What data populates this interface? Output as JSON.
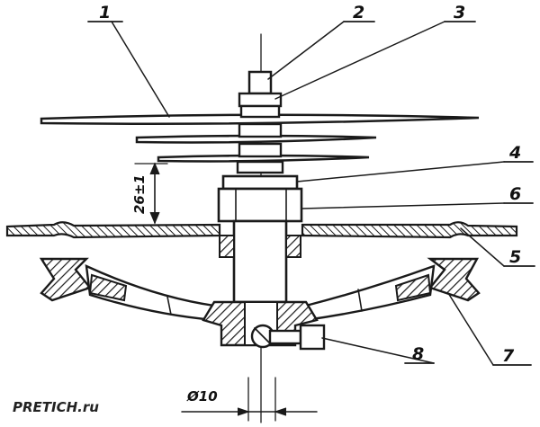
{
  "labels": {
    "l1": "1",
    "l2": "2",
    "l3": "3",
    "l4": "4",
    "l5": "5",
    "l6": "6",
    "l7": "7",
    "l8": "8"
  },
  "dimensions": {
    "height": "26±1",
    "diameter": "Ø10"
  },
  "watermark": "PRETICH.ru"
}
